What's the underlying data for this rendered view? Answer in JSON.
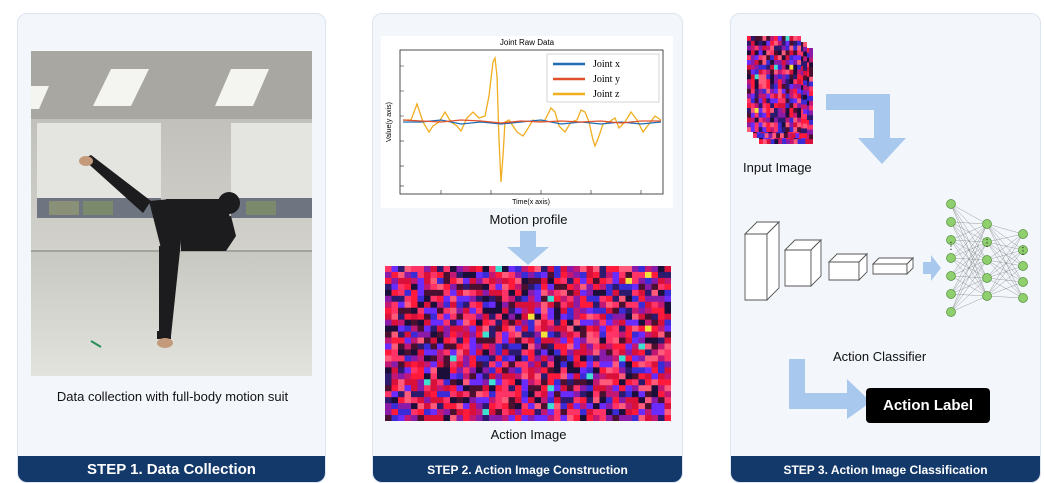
{
  "step1": {
    "caption": "Data collection with full-body motion suit",
    "title": "STEP 1. Data Collection"
  },
  "step2": {
    "chart_title": "Joint Raw Data",
    "ylabel": "Value(y axis)",
    "xlabel": "Time(x axis)",
    "legend": [
      {
        "name": "Joint x",
        "color": "#1f6db5"
      },
      {
        "name": "Joint y",
        "color": "#e1502a"
      },
      {
        "name": "Joint z",
        "color": "#f0ad1f"
      }
    ],
    "profile_caption": "Motion profile",
    "image_caption": "Action Image",
    "title": "STEP 2. Action Image Construction"
  },
  "step3": {
    "input_caption": "Input Image",
    "classifier_caption": "Action Classifier",
    "label": "Action Label",
    "title": "STEP 3. Action Image Classification"
  },
  "colors": {
    "panel_bg": "#f3f7fc",
    "step_bar": "#13386a",
    "arrow": "#a9c8ee",
    "node": "#8fcf6d"
  },
  "icons": [
    "down-arrow-icon",
    "elbow-arrow-icon",
    "right-arrow-icon"
  ]
}
